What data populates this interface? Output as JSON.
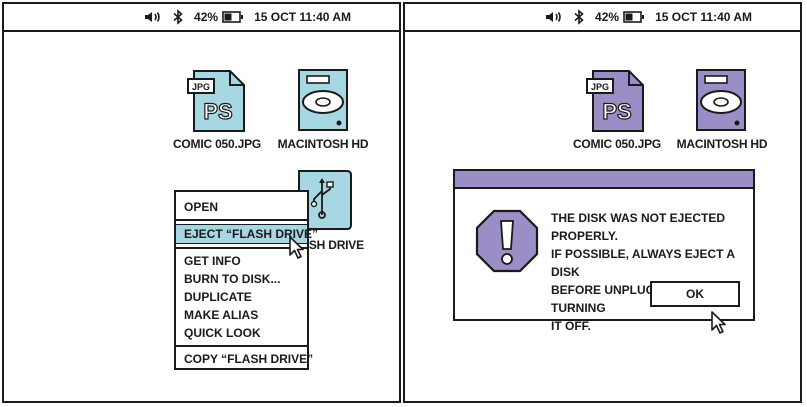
{
  "menubar": {
    "battery": "42%",
    "datetime": "15 OCT 11:40 AM"
  },
  "icons": {
    "file_label": "COMIC 050.JPG",
    "file_badge": "JPG",
    "file_mark": "PS",
    "hd_label": "MACINTOSH HD",
    "flash_label": "FLASH DRIVE"
  },
  "context_menu": {
    "items": [
      "OPEN",
      "EJECT “FLASH DRIVE”",
      "GET INFO",
      "BURN TO DISK...",
      "DUPLICATE",
      "MAKE ALIAS",
      "QUICK LOOK",
      "COPY “FLASH DRIVE”"
    ],
    "selected": "EJECT “FLASH DRIVE”"
  },
  "dialog": {
    "message_lines": [
      "THE DISK WAS NOT EJECTED PROPERLY.",
      "IF POSSIBLE, ALWAYS EJECT A DISK",
      "BEFORE UNPLUGGING IT OR TURNING",
      "IT OFF."
    ],
    "ok_label": "OK"
  },
  "colors": {
    "left_accent": "#a6d7e2",
    "right_accent": "#9b8ec7",
    "outline": "#1a1a1a"
  }
}
